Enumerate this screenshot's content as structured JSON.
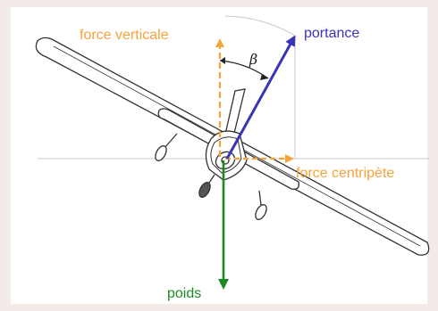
{
  "labels": {
    "vertical_force": "force verticale",
    "lift": "portance",
    "angle": "β",
    "centripetal_force": "force centripète",
    "weight": "poids"
  },
  "colors": {
    "background": "#f3ebe8",
    "panel": "#ffffff",
    "vertical_force": "#f5a33a",
    "centripetal_force": "#f5a33a",
    "lift": "#3a34b8",
    "weight": "#1e8a23",
    "construction_lines": "#c9c9c9",
    "aircraft_outline": "#333333"
  }
}
